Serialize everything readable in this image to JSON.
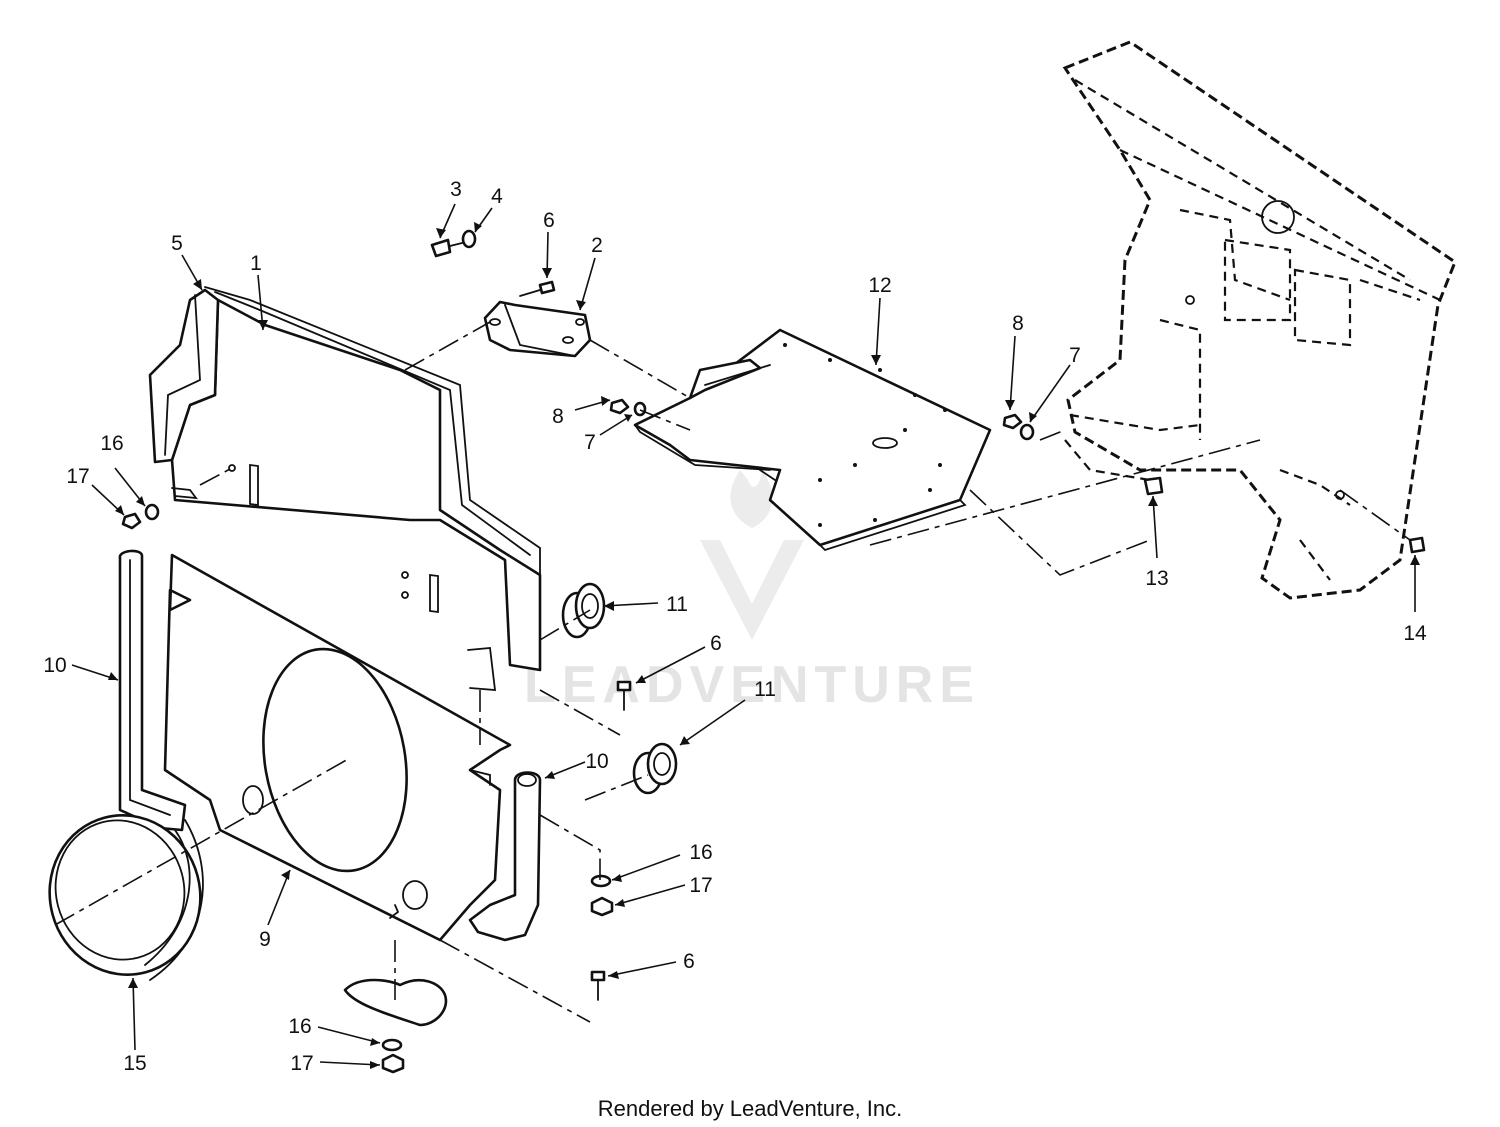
{
  "watermark": {
    "text": "LEADVENTURE"
  },
  "footer": {
    "text": "Rendered by LeadVenture, Inc."
  },
  "callouts": [
    {
      "id": "c3",
      "label": "3"
    },
    {
      "id": "c4",
      "label": "4"
    },
    {
      "id": "c6a",
      "label": "6"
    },
    {
      "id": "c2",
      "label": "2"
    },
    {
      "id": "c5",
      "label": "5"
    },
    {
      "id": "c1",
      "label": "1"
    },
    {
      "id": "c12",
      "label": "12"
    },
    {
      "id": "c8a",
      "label": "8"
    },
    {
      "id": "c7a",
      "label": "7"
    },
    {
      "id": "c8b",
      "label": "8"
    },
    {
      "id": "c7b",
      "label": "7"
    },
    {
      "id": "c16a",
      "label": "16"
    },
    {
      "id": "c17a",
      "label": "17"
    },
    {
      "id": "c13",
      "label": "13"
    },
    {
      "id": "c14",
      "label": "14"
    },
    {
      "id": "c11a",
      "label": "11"
    },
    {
      "id": "c6b",
      "label": "6"
    },
    {
      "id": "c10a",
      "label": "10"
    },
    {
      "id": "c11b",
      "label": "11"
    },
    {
      "id": "c10b",
      "label": "10"
    },
    {
      "id": "c16b",
      "label": "16"
    },
    {
      "id": "c17b",
      "label": "17"
    },
    {
      "id": "c9",
      "label": "9"
    },
    {
      "id": "c6c",
      "label": "6"
    },
    {
      "id": "c15",
      "label": "15"
    },
    {
      "id": "c16c",
      "label": "16"
    },
    {
      "id": "c17c",
      "label": "17"
    }
  ]
}
